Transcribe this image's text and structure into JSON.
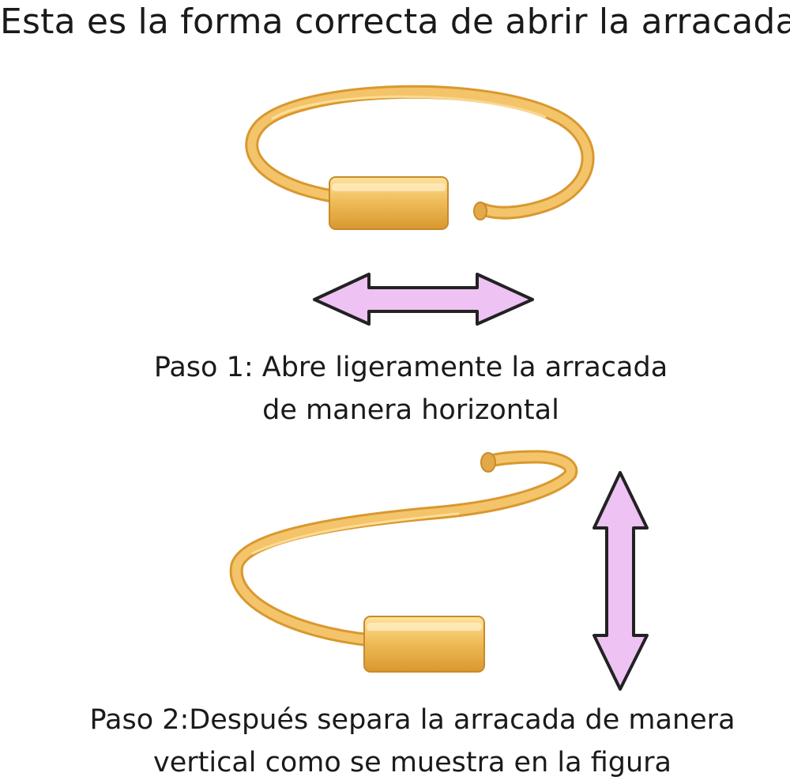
{
  "title": "Esta es la forma correcta de abrir la arracada",
  "step1": {
    "line1": "Paso 1: Abre ligeramente la arracada",
    "line2": "de manera horizontal"
  },
  "step2": {
    "line1": "Paso 2:Después separa la arracada de manera",
    "line2": "vertical como se muestra en la figura"
  },
  "colors": {
    "gold": "#f0bd5a",
    "gold_dark": "#d9982f",
    "gold_light": "#ffe3a1",
    "arrow_fill": "#eec2f2",
    "arrow_stroke": "#222222"
  },
  "icons": {
    "arrow1": "horizontal-double-arrow",
    "arrow2": "vertical-double-arrow"
  }
}
